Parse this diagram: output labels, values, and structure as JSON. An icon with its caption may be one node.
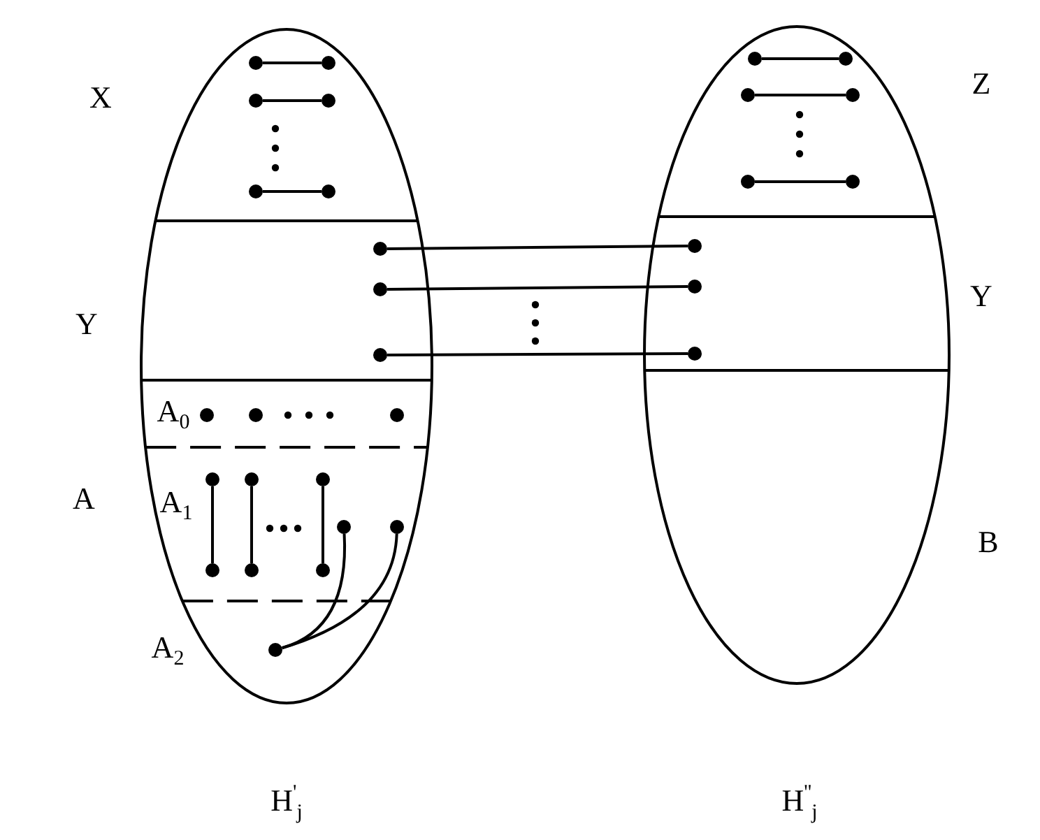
{
  "diagram": {
    "nodes": [
      {
        "text": [],
        "shape": "ellipse",
        "beside": [
          "H$^{'}$$_{j}$"
        ]
      },
      {
        "text": [],
        "shape": "circle",
        "in": 0
      },
      {
        "text": [],
        "shape": "circle",
        "in": 0
      },
      {
        "text": [],
        "shape": "circle",
        "in": 0
      },
      {
        "text": [],
        "shape": "circle",
        "in": 0
      },
      {
        "text": [],
        "shape": "circle",
        "in": 0
      },
      {
        "text": [],
        "shape": "circle",
        "in": 0
      },
      {
        "text": [],
        "shape": "circle",
        "in": 0
      },
      {
        "text": [],
        "shape": "circle",
        "in": 0
      },
      {
        "text": [],
        "shape": "circle",
        "in": 0
      },
      {
        "text": [],
        "shape": "circle",
        "in": 0
      },
      {
        "text": [],
        "shape": "circle",
        "in": 0
      },
      {
        "text": [],
        "shape": "circle",
        "in": 0
      },
      {
        "text": [],
        "shape": "circle",
        "in": 0
      },
      {
        "text": [],
        "shape": "circle",
        "in": 0
      },
      {
        "text": [],
        "shape": "circle",
        "in": 0
      },
      {
        "text": [],
        "shape": "circle",
        "in": 0
      },
      {
        "text": [],
        "shape": "circle",
        "in": 0
      },
      {
        "text": [],
        "shape": "circle",
        "in": 0
      },
      {
        "text": [],
        "shape": "circle",
        "in": 0
      },
      {
        "text": [],
        "shape": "circle",
        "in": 0
      },
      {
        "text": [],
        "shape": "circle",
        "in": 0
      },
      {
        "text": [],
        "shape": "ellipse",
        "beside": [
          "H$^{''}$$_{j}$"
        ]
      },
      {
        "text": [],
        "shape": "circle",
        "in": 22
      },
      {
        "text": [],
        "shape": "circle",
        "in": 22
      },
      {
        "text": [],
        "shape": "circle",
        "in": 22
      },
      {
        "text": [],
        "shape": "circle",
        "in": 22
      },
      {
        "text": [],
        "shape": "circle",
        "in": 22
      },
      {
        "text": [],
        "shape": "circle",
        "in": 22
      },
      {
        "text": [],
        "shape": "circle",
        "in": 22
      },
      {
        "text": [],
        "shape": "circle",
        "in": 22
      },
      {
        "text": [],
        "shape": "circle",
        "in": 22
      }
    ],
    "edges": [
      {
        "from": 1,
        "to": 2,
        "arrow": "none"
      },
      {
        "from": 3,
        "to": 4,
        "arrow": "none"
      },
      {
        "from": 5,
        "to": 6,
        "arrow": "none"
      },
      {
        "from": 7,
        "to": 29,
        "arrow": "none"
      },
      {
        "from": 8,
        "to": 30,
        "arrow": "none"
      },
      {
        "from": 9,
        "to": 31,
        "arrow": "none"
      },
      {
        "from": 13,
        "to": 18,
        "arrow": "none"
      },
      {
        "from": 14,
        "to": 19,
        "arrow": "none"
      },
      {
        "from": 15,
        "to": 20,
        "arrow": "none"
      },
      {
        "from": 16,
        "to": 21,
        "arrow": "none"
      },
      {
        "from": 17,
        "to": 21,
        "arrow": "none"
      },
      {
        "from": 23,
        "to": 24,
        "arrow": "none"
      },
      {
        "from": 25,
        "to": 26,
        "arrow": "none"
      },
      {
        "from": 27,
        "to": 28,
        "arrow": "none"
      }
    ],
    "labels": [
      "X",
      "Z",
      "Y",
      "Y",
      "A$_{0}$",
      "A",
      "A$_{1}$",
      "B",
      "A$_{2}$"
    ]
  }
}
